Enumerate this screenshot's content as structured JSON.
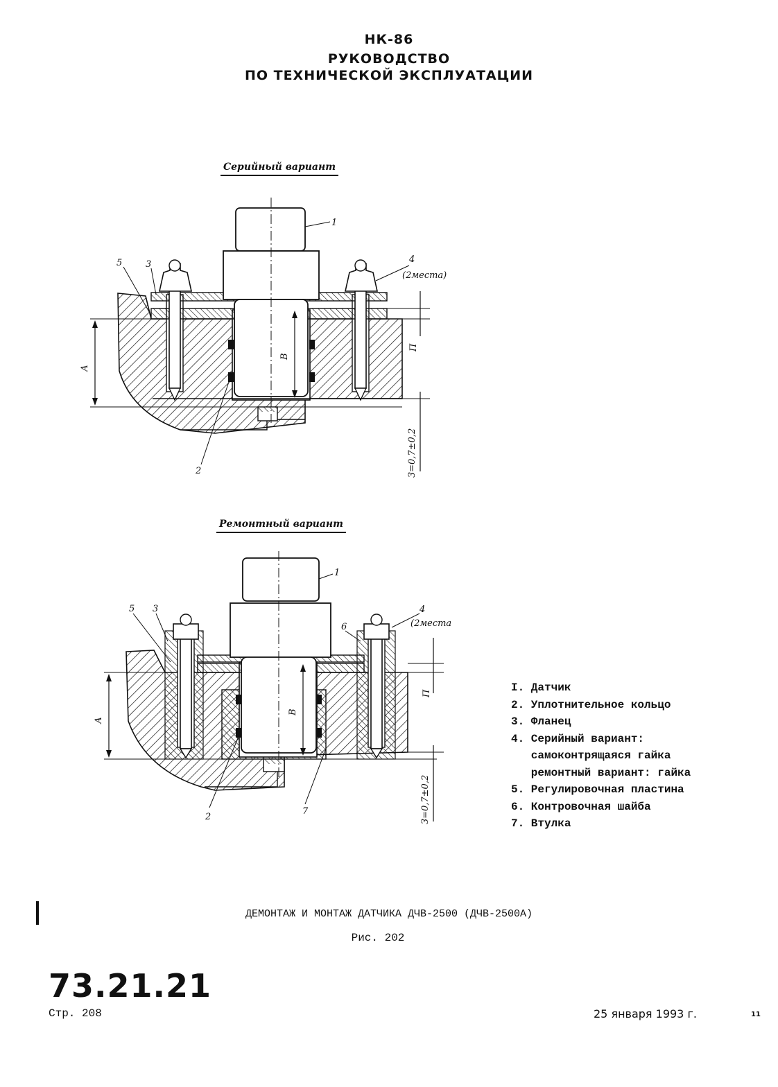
{
  "header": {
    "code": "НК-86",
    "title_line1": "РУКОВОДСТВО",
    "title_line2": "ПО ТЕХНИЧЕСКОЙ ЭКСПЛУАТАЦИИ"
  },
  "figure": {
    "variant_serial": "Серийный вариант",
    "variant_repair": "Ремонтный вариант",
    "labels": {
      "part_1": "1",
      "part_2": "2",
      "part_3": "3",
      "part_4": "4",
      "part_4_note": "(2места)",
      "part_5": "5",
      "part_6": "6",
      "part_7": "7",
      "dim_a": "А",
      "dim_b": "В",
      "dim_p": "П",
      "gap": "З=0,7±0,2"
    }
  },
  "legend": [
    "I. Датчик",
    "2. Уплотнительное кольцо",
    "3. Фланец",
    "4. Серийный вариант:",
    "   самоконтрящаяся гайка",
    "   ремонтный вариант: гайка",
    "5. Регулировочная пластина",
    "6. Контровочная шайба",
    "7. Втулка"
  ],
  "footer": {
    "figure_title": "ДЕМОНТАЖ И МОНТАЖ ДАТЧИКА ДЧВ-2500 (ДЧВ-2500А)",
    "figure_number": "Рис. 202",
    "section": "73.21.21",
    "page": "Стр. 208",
    "date": "25 января 1993 г.",
    "page_mark": "11"
  }
}
